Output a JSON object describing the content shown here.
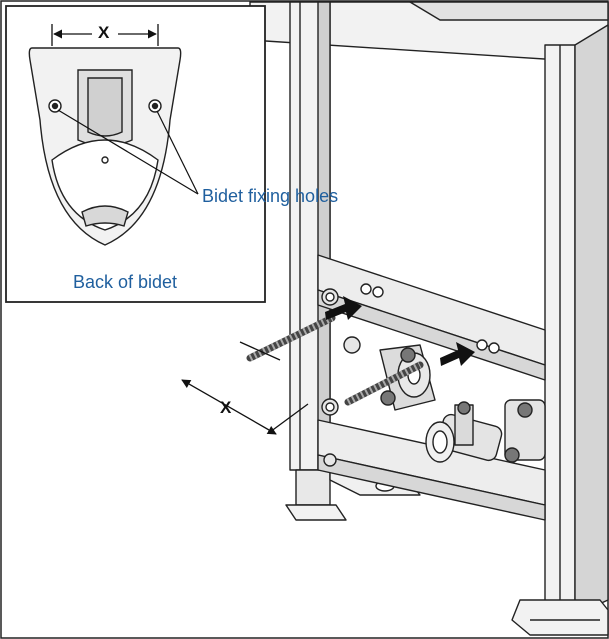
{
  "inset": {
    "caption": "Back of bidet",
    "dimension": "X"
  },
  "callout": {
    "label": "Bidet fixing holes"
  },
  "main": {
    "dimension": "X"
  },
  "colors": {
    "callout_text": "#1f5f9e",
    "frame_fill": "#f2f2f2",
    "frame_stroke": "#222222",
    "shadow": "#c9c9c9"
  }
}
